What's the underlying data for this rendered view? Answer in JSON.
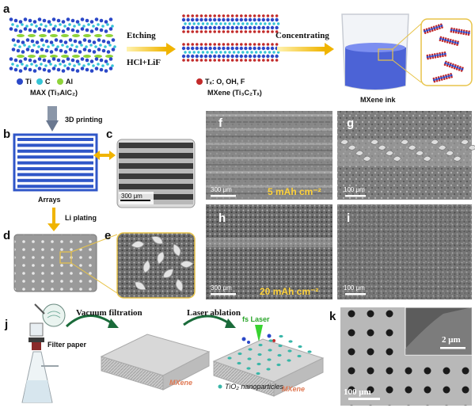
{
  "panels": {
    "a": "a",
    "b": "b",
    "c": "c",
    "d": "d",
    "e": "e",
    "f": "f",
    "g": "g",
    "h": "h",
    "i": "i",
    "j": "j",
    "k": "k"
  },
  "panel_a": {
    "step1_label": "Etching",
    "step1_reagent": "HCl+LiF",
    "step2_label": "Concentrating",
    "max_legend": [
      "Ti",
      "C",
      "Al"
    ],
    "max_name": "MAX (Ti₃AlC₂)",
    "tx_legend": "Tₓ: O, OH, F",
    "mxene_name": "MXene (Ti₃C₂Tₓ)",
    "ink_label": "MXene ink"
  },
  "panel_b": {
    "step_3d": "3D printing",
    "arrays_label": "Arrays",
    "step_li": "Li plating"
  },
  "scale_bars": {
    "c": "300 μm",
    "f": "300 μm",
    "g": "100 μm",
    "h": "300 μm",
    "i": "100 μm",
    "k_inset": "2 μm",
    "k": "100 μm"
  },
  "areal_capacity": {
    "f": "5 mAh cm⁻²",
    "h": "20 mAh cm⁻²"
  },
  "panel_j": {
    "filter_paper": "Filter paper",
    "vacuum": "Vacuum filtration",
    "laser_ablation": "Laser ablation",
    "fs_laser": "fs Laser",
    "mxene_tag_1": "MXene",
    "mxene_tag_2": "MXene",
    "tio2": "TiO₂ nanoparticles"
  },
  "colors": {
    "ti": "#2b48c8",
    "c": "#35c4d6",
    "al": "#8fd33a",
    "tx": "#c22a2a",
    "arrow": "#f0b400",
    "blue_array": "#2f56c8",
    "laser": "#38d330"
  }
}
